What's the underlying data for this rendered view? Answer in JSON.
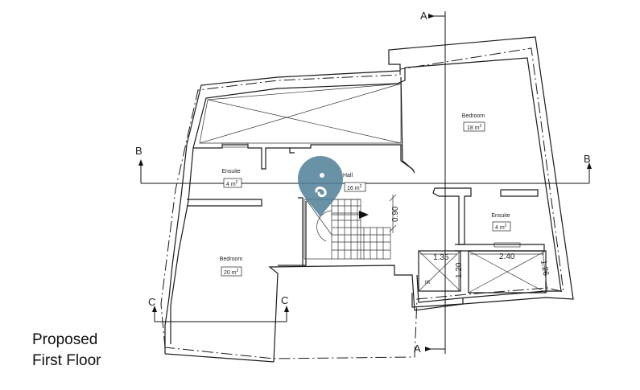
{
  "caption": {
    "line1": "Proposed",
    "line2": "First Floor"
  },
  "sections": {
    "a_top": "A",
    "a_bottom": "A",
    "b_left": "B",
    "b_right": "B",
    "c_left": "C",
    "c_right": "C"
  },
  "rooms": {
    "bedroom_right": {
      "name": "Bedroom",
      "area": "18 m",
      "sup": "2"
    },
    "ensuite_left": {
      "name": "Ensuite",
      "area": "4 m",
      "sup": "2"
    },
    "hall": {
      "name": "Hall",
      "area": "16 m",
      "sup": "2"
    },
    "ensuite_right": {
      "name": "Ensuite",
      "area": "4 m",
      "sup": "2"
    },
    "bedroom_left": {
      "name": "Bedroom",
      "area": "20 m",
      "sup": "2"
    }
  },
  "dimensions": {
    "d1": "0.90",
    "d2": "1.35",
    "d3": "1.20",
    "d4": "2.40",
    "d5": "1.26"
  },
  "labels": {
    "lift": "lift"
  },
  "colors": {
    "marker": "#4f7f98",
    "line": "#1a1a1a"
  },
  "icons": {
    "marker": "location-pin-icon"
  }
}
